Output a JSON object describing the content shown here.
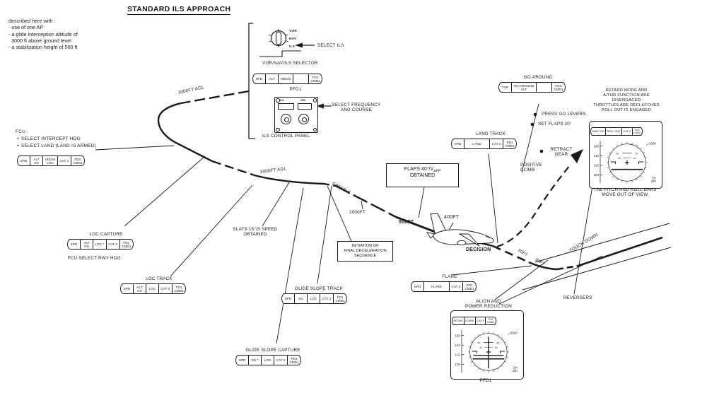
{
  "title": "STANDARD ILS APPROACH",
  "description": "described here with :\n- use of one AP\n- a glide interception altitude of\n  3000 ft above ground level\n- a stabilization height of 500 ft",
  "selector": {
    "knob_labels": [
      "VOR",
      "NAV",
      "ILS"
    ],
    "annotation": "SELECT ILS",
    "caption": "VOR/NAV/ILS SELECTOR"
  },
  "ils_panel": {
    "windows": [
      "ILS",
      "CRS"
    ],
    "annotation": "SELECT FREQUENCY\nAND COURSE",
    "caption": "ILS CONTROL PANEL"
  },
  "fcu": {
    "title": "FCU :",
    "items": [
      "SELECT INTERCEPT HDG",
      "SELECT LAND (LAND IS ARMED)"
    ],
    "note": "FCU:SELECT RWY HDG"
  },
  "fma_strips": {
    "pfd1_top": {
      "label": "PFD1",
      "cells": [
        "SPD",
        "ALT",
        "HDG/S",
        "",
        "FD1\nCMD1"
      ]
    },
    "fcu": {
      "label": "",
      "cells": [
        "SPD",
        "ALT\nGS",
        "HDG/S\nLOC",
        "CAT 2",
        "FD1\nCMD1"
      ]
    },
    "loc_capture": {
      "label": "LOC CAPTURE",
      "cells": [
        "SPD",
        "ALT\nGS",
        "LOC *",
        "CAT 2",
        "FD1\nCMD1"
      ]
    },
    "loc_track": {
      "label": "LOC TRACK",
      "cells": [
        "SPD",
        "ALT\nGS",
        "LOC",
        "CAT 2",
        "FD1\nCMD1"
      ]
    },
    "gs_track": {
      "label": "GLIDE SLOPE TRACK",
      "cells": [
        "SPD",
        "GS",
        "LOC",
        "CAT 2",
        "FD1\nCMD1"
      ]
    },
    "gs_capture": {
      "label": "GLIDE SLOPE CAPTURE",
      "cells": [
        "SPD",
        "GS *",
        "LOC",
        "CAT 2",
        "FD1\nCMD1"
      ]
    },
    "land_track": {
      "label": "LAND TRACK",
      "cells": [
        "SPD",
        "LAND",
        "CAT 2",
        "FD1\nCMD1"
      ]
    },
    "go_around": {
      "label": "GO.AROUND",
      "cells": [
        "THR",
        "GO AROUND\nALT",
        "",
        "FD1\nCMD1"
      ]
    },
    "flare": {
      "label": "FLARE",
      "cells": [
        "SPD",
        "FLARE",
        "CAT 2",
        "FD1\nCMD1"
      ]
    }
  },
  "path_labels": {
    "agl1": "3000FT AGL",
    "agl2": "3000FT AGL",
    "speed_s": "SPEED-S",
    "ft2000": "2000FT",
    "ft500": "500FT",
    "ft400": "400FT",
    "decision": "DECISION",
    "ft50": "50FT",
    "ft30": "30FT",
    "touch_down": "TOUCH DOWN",
    "reversers": "REVERSERS"
  },
  "annotations": {
    "slats": "SLATS 15°/S SPEED\nOBTAINED",
    "initiation": "INITIATION OF\nFINAL DECELERATION\nSEQUENCE",
    "flaps_line1_main": "FLAPS 40°/V",
    "flaps_line1_sub": "APP",
    "flaps_line2": "OBTAINED",
    "press_go_levers": "PRESS GO LEVERS",
    "set_flaps": "SET FLAPS 20°",
    "retract_gear": "RETRACT\nGEAR",
    "positive_climb": "POSITIVE\nCLIMB",
    "align": "ALIGN AND\nPOWER REDUCTION",
    "retard": "RETARD MODE AND\nA/THR FUNCTION ARE\nDISENGAGED\nTHROTTLES ARE DECLUTCHED\nROLL OUT IS ENGAGED",
    "pitch_roll": "THE PITCH AND ROLL BARS\nMOVE OUT OF VIEW",
    "pfd1_bottom_caption": "PFD1"
  },
  "pfds": {
    "rollout": {
      "fma": [
        "MAN THR",
        "ROLL OUT",
        "CAT 2",
        "FD1\nCMD1"
      ],
      "speed_tape": [
        "160",
        "140",
        "120",
        "100"
      ],
      "alt": "1000",
      "dh": "DH\n200",
      "pitch_labels": [
        "20",
        "10"
      ],
      "fd_cross": false
    },
    "flare": {
      "fma": [
        "RETAR",
        "FLARE",
        "CAT 2",
        "FD1\nCMD1"
      ],
      "speed_tape": [
        "160",
        "140",
        "120",
        "100"
      ],
      "alt": "3000",
      "dh": "DH\n200",
      "pitch_labels": [
        "20",
        "10"
      ],
      "fd_cross": true
    }
  }
}
